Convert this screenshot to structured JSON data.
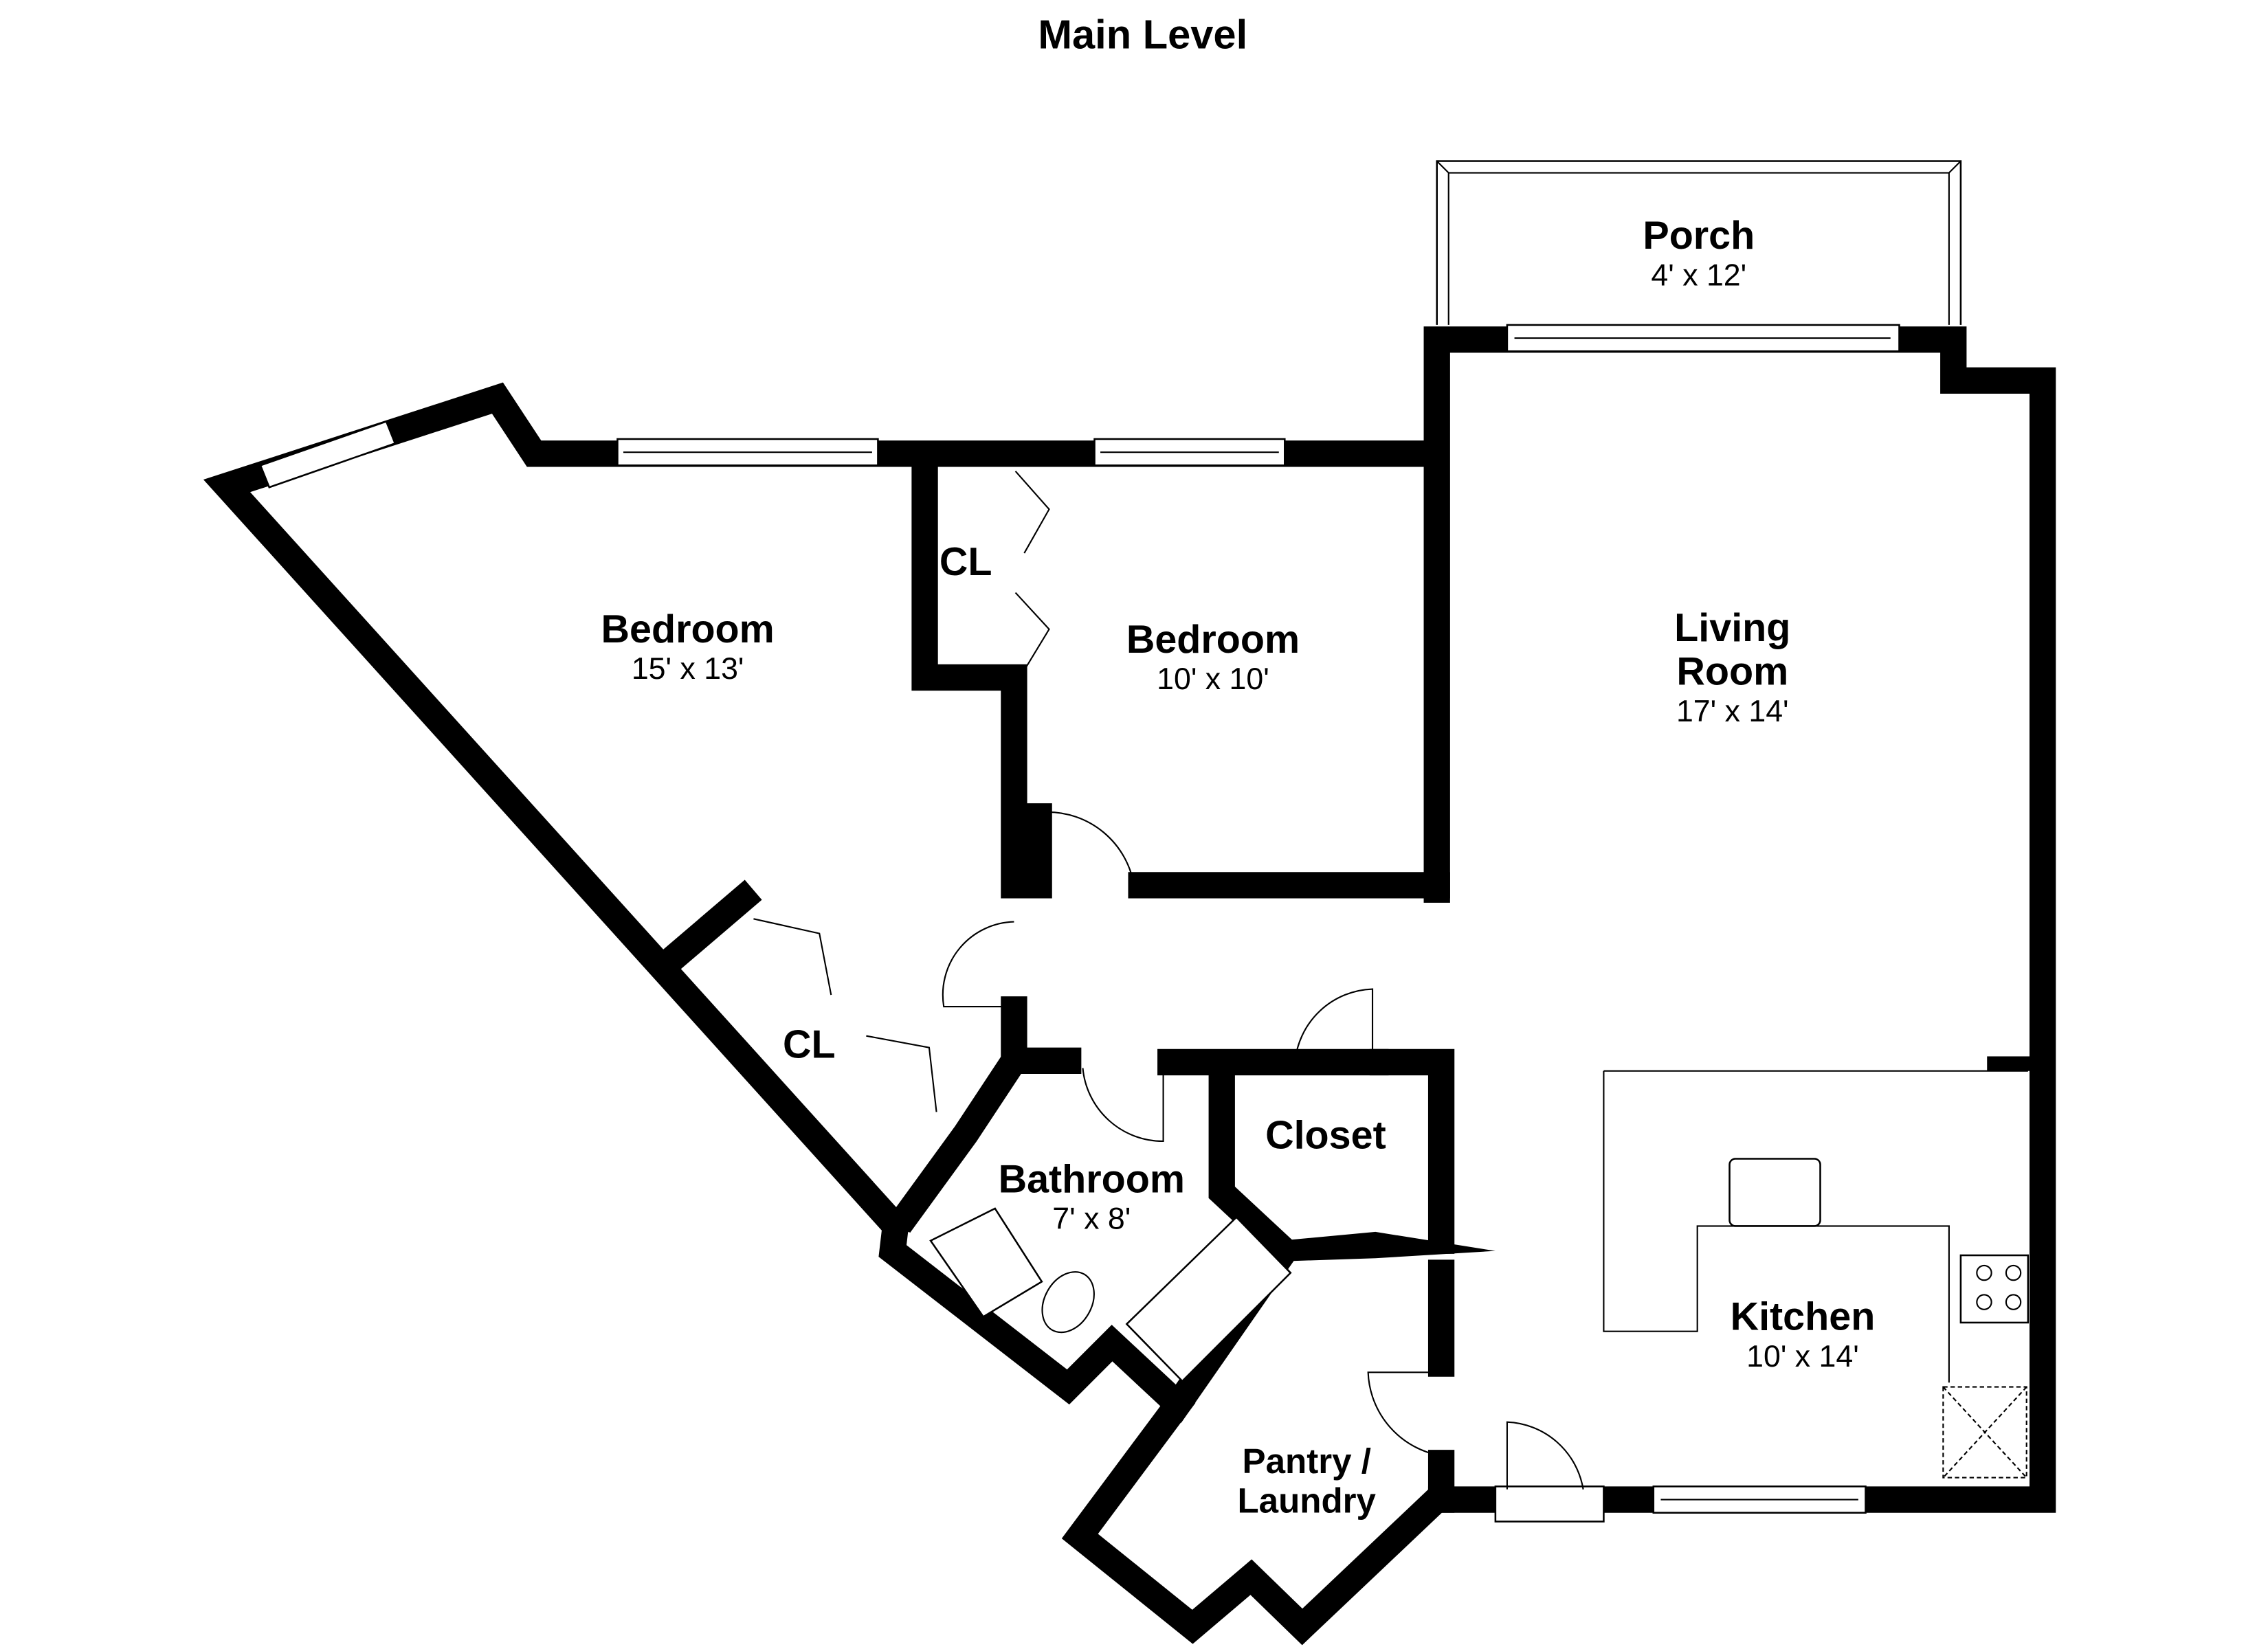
{
  "title": "Main Level",
  "rooms": {
    "porch": {
      "name": "Porch",
      "dims": "4' x 12'"
    },
    "bedroom1": {
      "name": "Bedroom",
      "dims": "15' x 13'"
    },
    "bedroom2": {
      "name": "Bedroom",
      "dims": "10' x 10'"
    },
    "living": {
      "name1": "Living",
      "name2": "Room",
      "dims": "17' x 14'"
    },
    "closet_cl1": {
      "name": "CL"
    },
    "closet_cl2": {
      "name": "CL"
    },
    "bathroom": {
      "name": "Bathroom",
      "dims": "7' x 8'"
    },
    "closet": {
      "name": "Closet"
    },
    "kitchen": {
      "name": "Kitchen",
      "dims": "10' x 14'"
    },
    "pantry": {
      "name1": "Pantry /",
      "name2": "Laundry"
    }
  }
}
